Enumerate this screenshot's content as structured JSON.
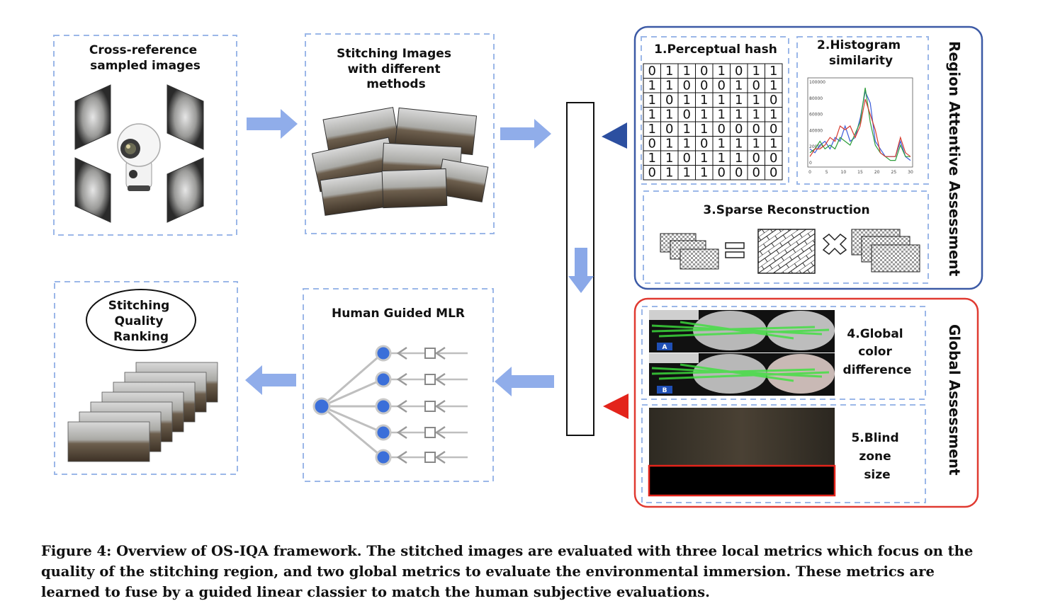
{
  "boxes": {
    "cross_reference": "Cross-reference\nsampled images",
    "stitching_images": "Stitching Images\nwith different\nmethods",
    "quality_ranking": "Stitching\nQuality\nRanking",
    "human_mlr": "Human Guided MLR",
    "perceptual_hash": "1.Perceptual hash",
    "histogram": "2.Histogram\nsimilarity",
    "sparse": "3.Sparse Reconstruction",
    "global_color": "4.Global\ncolor\ndifference",
    "blind_zone": "5.Blind\nzone\nsize"
  },
  "side_titles": {
    "region": "Region Attentive Assessment",
    "global": "Global  Assessment"
  },
  "hash_grid": [
    "01101011",
    "11000101",
    "10111110",
    "11011111",
    "10110000",
    "01101111",
    "11011100",
    "01110000"
  ],
  "histogram_chart": {
    "x_ticks": [
      "0",
      "5",
      "10",
      "15",
      "20",
      "25",
      "30"
    ],
    "y_ticks": [
      "100000",
      "80000",
      "60000",
      "40000",
      "20000",
      "0"
    ]
  },
  "color_labels": [
    "A",
    "B"
  ],
  "colors": {
    "dash_blue": "#9bb7e8",
    "arrow_blue": "#7d9fe6",
    "region_frame": "#3c5aa6",
    "global_frame": "#e03a31",
    "node_blue": "#3b6fd9",
    "triangle_blue": "#2c4fa0",
    "triangle_red": "#e3241b"
  },
  "caption": "Figure 4: Overview of OS-IQA framework. The stitched images are evaluated with three local metrics which focus on the quality of the stitching region, and two global metrics to evaluate the environmental immersion. These metrics are learned to fuse by a guided linear classier to match the human subjective evaluations."
}
